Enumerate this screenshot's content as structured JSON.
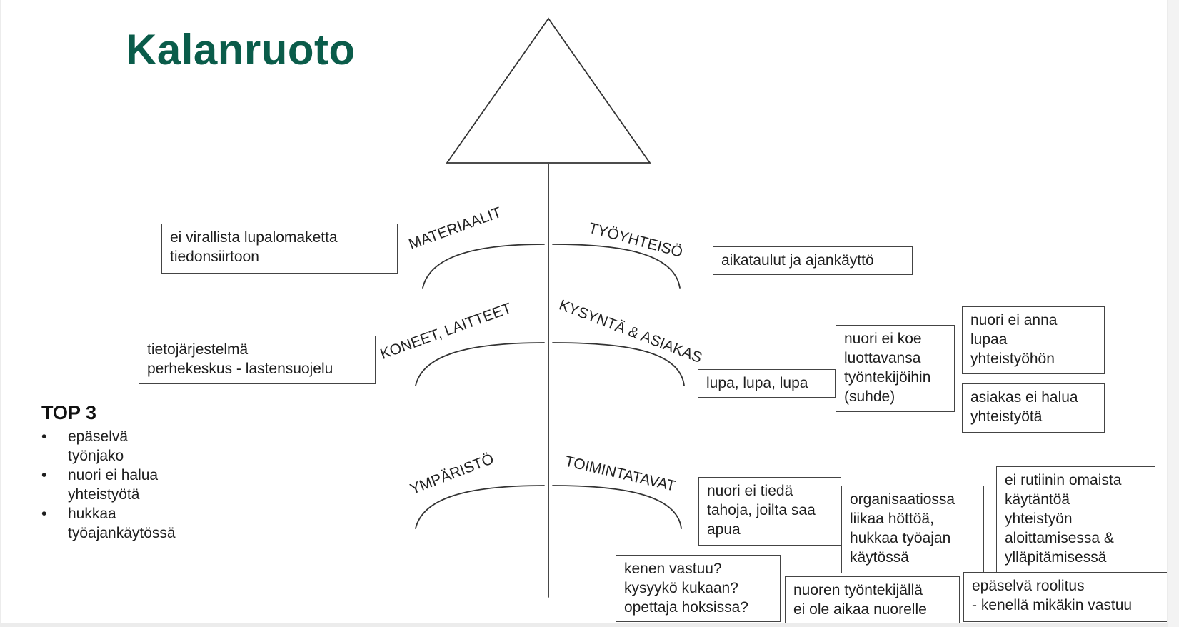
{
  "title": "Kalanruoto",
  "categories": {
    "left": [
      "MATERIAALIT",
      "KONEET, LAITTEET",
      "YMPÄRISTÖ"
    ],
    "right": [
      "TYÖYHTEISÖ",
      "KYSYNTÄ & ASIAKAS",
      "TOIMINTATAVAT"
    ]
  },
  "boxes": {
    "materiaalit": "ei virallista lupalomaketta\ntiedonsiirtoon",
    "tyoyhteiso": "aikataulut ja ajankäyttö",
    "koneet": "tietojärjestelmä\nperhekeskus - lastensuojelu",
    "lupa": "lupa, lupa, lupa",
    "luottavansa": "nuori ei koe\nluottavansa\ntyöntekijöihin\n(suhde)",
    "ei_anna_lupaa": "nuori ei anna\nlupaa\nyhteistyöhön",
    "asiakas_ei_halua": "asiakas ei halua\nyhteistyötä",
    "ei_tieda": "nuori ei tiedä\ntahoja, joilta saa\napua",
    "hottoa": "organisaatiossa\nliikaa höttöä,\nhukkaa työajan\nkäytössä",
    "rutiini": "ei rutiinin omaista\nkäytäntöä\nyhteistyön\naloittamisessa &\nylläpitämisessä",
    "vastuu": "kenen vastuu?\nkysyykö kukaan?\nopettaja hoksissa?",
    "ei_aikaa": "nuoren työntekijällä\nei ole aikaa nuorelle",
    "roolitus": "epäselvä roolitus\n- kenellä mikäkin vastuu"
  },
  "top3": {
    "heading": "TOP 3",
    "items": [
      "epäselvä\ntyönjako",
      "nuori ei halua\nyhteistyötä",
      "hukkaa\ntyöajankäytössä"
    ]
  },
  "colors": {
    "title": "#0a5c4a",
    "ink": "#1e1e1e",
    "line": "#333333"
  }
}
